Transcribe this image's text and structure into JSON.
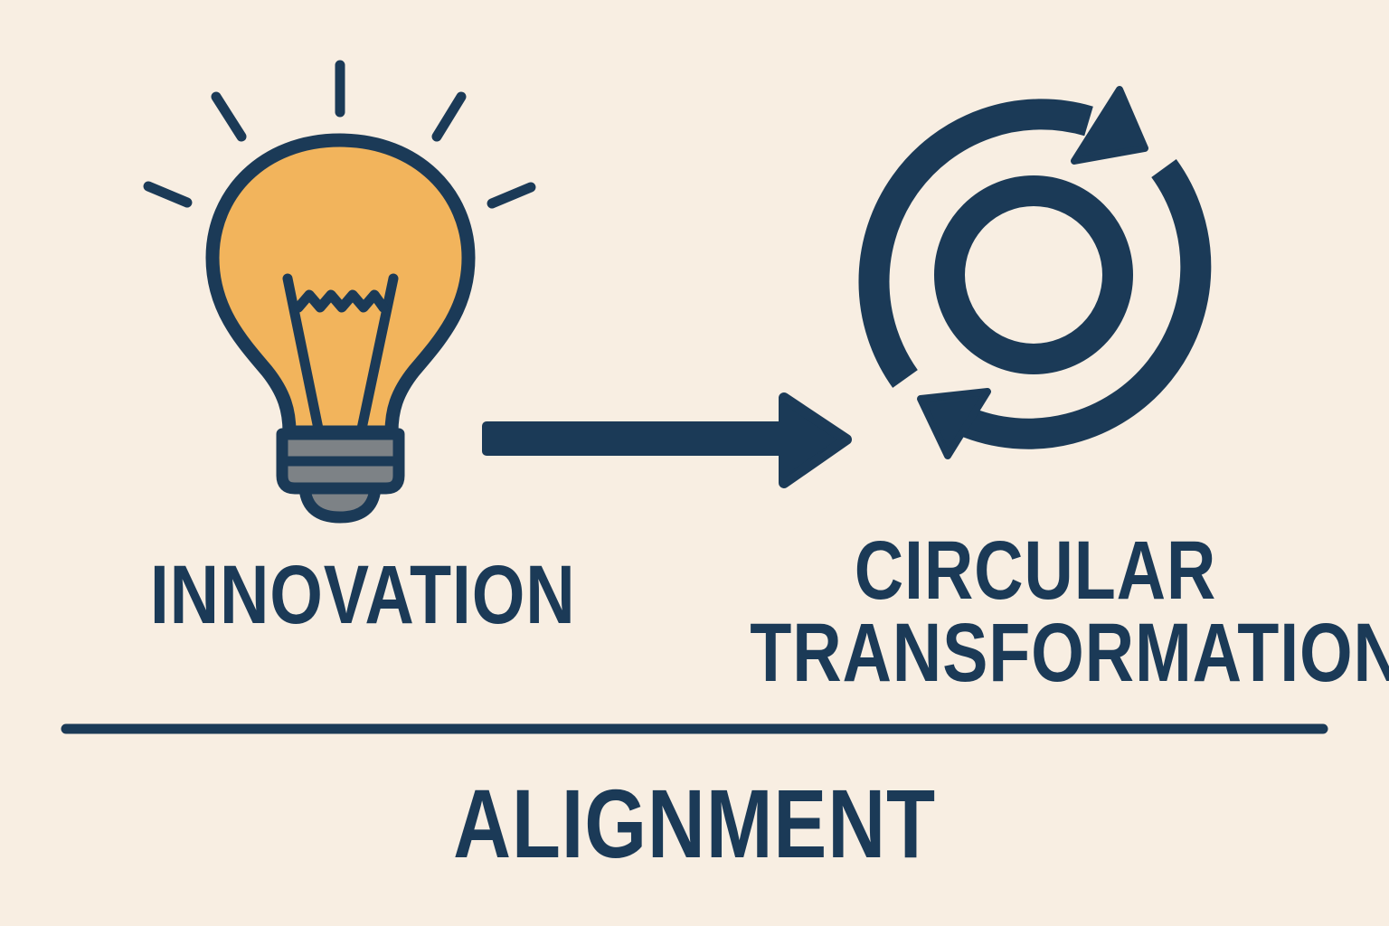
{
  "colors": {
    "background": "#f8eee2",
    "navy": "#1b3a57",
    "bulb_fill": "#f2b45c",
    "bulb_base_gray": "#7d8286"
  },
  "icons": {
    "left": "lightbulb-icon",
    "right": "circular-arrows-icon",
    "connector": "arrow-right-icon"
  },
  "labels": {
    "innovation": "INNOVATION",
    "circular_line1": "CIRCULAR",
    "circular_line2": "TRANSFORMATION",
    "alignment": "ALIGNMENT"
  }
}
